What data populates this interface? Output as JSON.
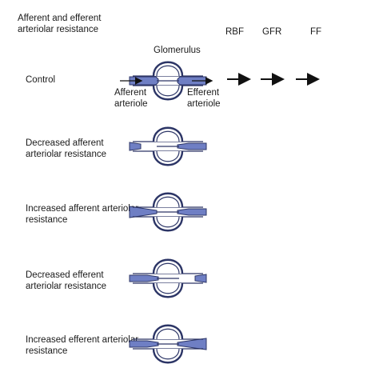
{
  "header": {
    "title": "Afferent and efferent arteriolar resistance"
  },
  "columns": [
    {
      "label": "RBF"
    },
    {
      "label": "GFR"
    },
    {
      "label": "FF"
    }
  ],
  "labels": {
    "glomerulus": "Glomerulus",
    "afferent": "Afferent arteriole",
    "efferent": "Efferent arteriole"
  },
  "rows": [
    {
      "label": "Control",
      "afferent_resistance": "normal",
      "efferent_resistance": "normal"
    },
    {
      "label": "Decreased afferent arteriolar resistance",
      "afferent_resistance": "decreased",
      "efferent_resistance": "normal"
    },
    {
      "label": "Increased afferent arteriolar resistance",
      "afferent_resistance": "increased",
      "efferent_resistance": "normal"
    },
    {
      "label": "Decreased efferent arteriolar resistance",
      "afferent_resistance": "normal",
      "efferent_resistance": "decreased"
    },
    {
      "label": "Increased efferent arteriolar resistance",
      "afferent_resistance": "normal",
      "efferent_resistance": "increased"
    }
  ],
  "colors": {
    "vessel_fill": "#6f7fc4",
    "vessel_stroke": "#2c3566",
    "text": "#1a1a1a"
  },
  "arrow_icons": {
    "control_row": [
      "right-arrow-icon",
      "right-arrow-icon",
      "right-arrow-icon"
    ]
  }
}
